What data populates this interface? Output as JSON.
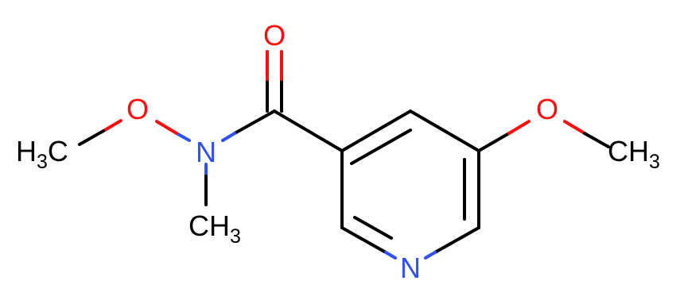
{
  "colors": {
    "bond": "#000000",
    "oxygen": "#ff0d0d",
    "nitrogen": "#3050f8",
    "carbon": "#000000",
    "background": "#ffffff"
  },
  "atoms": {
    "carbonyl_o": "O",
    "ring_n": "N",
    "amide_n": "N",
    "ether_o_left": "O",
    "ether_o_right": "O",
    "methyl_left": {
      "main": "H",
      "sub": "3",
      "tail": "C"
    },
    "methyl_n": {
      "main": "CH",
      "sub": "3"
    },
    "methyl_right": {
      "main": "CH",
      "sub": "3"
    }
  }
}
